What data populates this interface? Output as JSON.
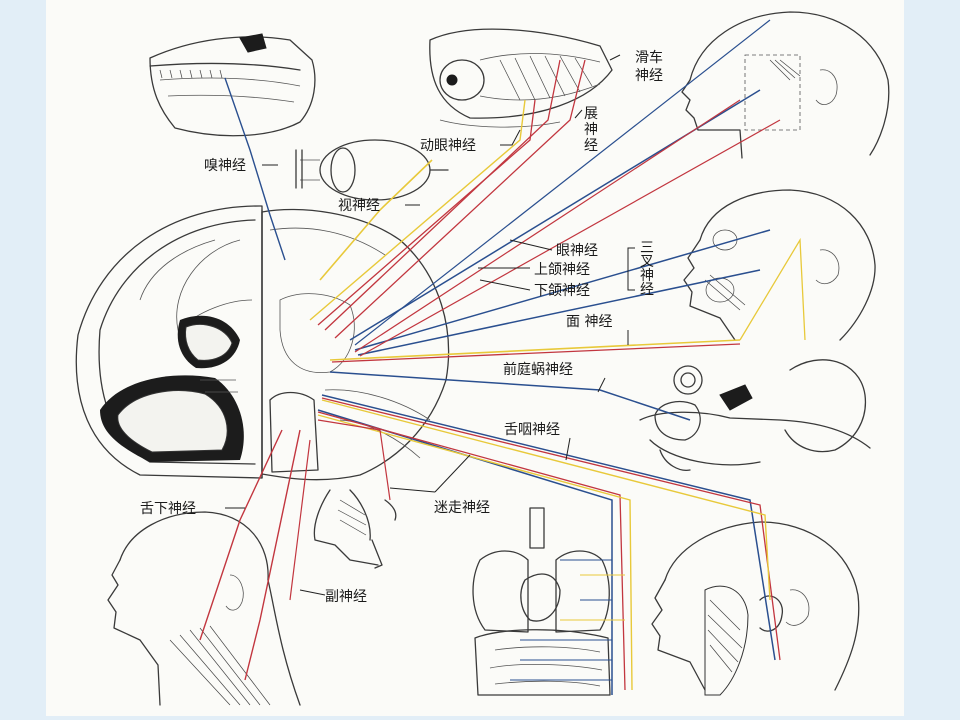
{
  "colors": {
    "frame": "#e2eef7",
    "nerve_blue": "#2a4f8f",
    "nerve_red": "#c2363f",
    "nerve_yellow": "#e8c93a",
    "ink": "#2b2b2b"
  },
  "labels": {
    "olfactory": "嗅神经",
    "optic": "视神经",
    "oculomotor": "动眼神经",
    "trochlear": "滑车\n神经",
    "abducens": "展\n神\n经",
    "ophthalmic": "眼神经",
    "maxillary": "上颌神经",
    "mandibular": "下颌神经",
    "trigeminal": "三\n叉\n神\n经",
    "facial": "面 神经",
    "vestibulocochlear": "前庭蜗神经",
    "glossopharyngeal": "舌咽神经",
    "vagus": "迷走神经",
    "hypoglossal": "舌下神经",
    "accessory": "副神经"
  }
}
